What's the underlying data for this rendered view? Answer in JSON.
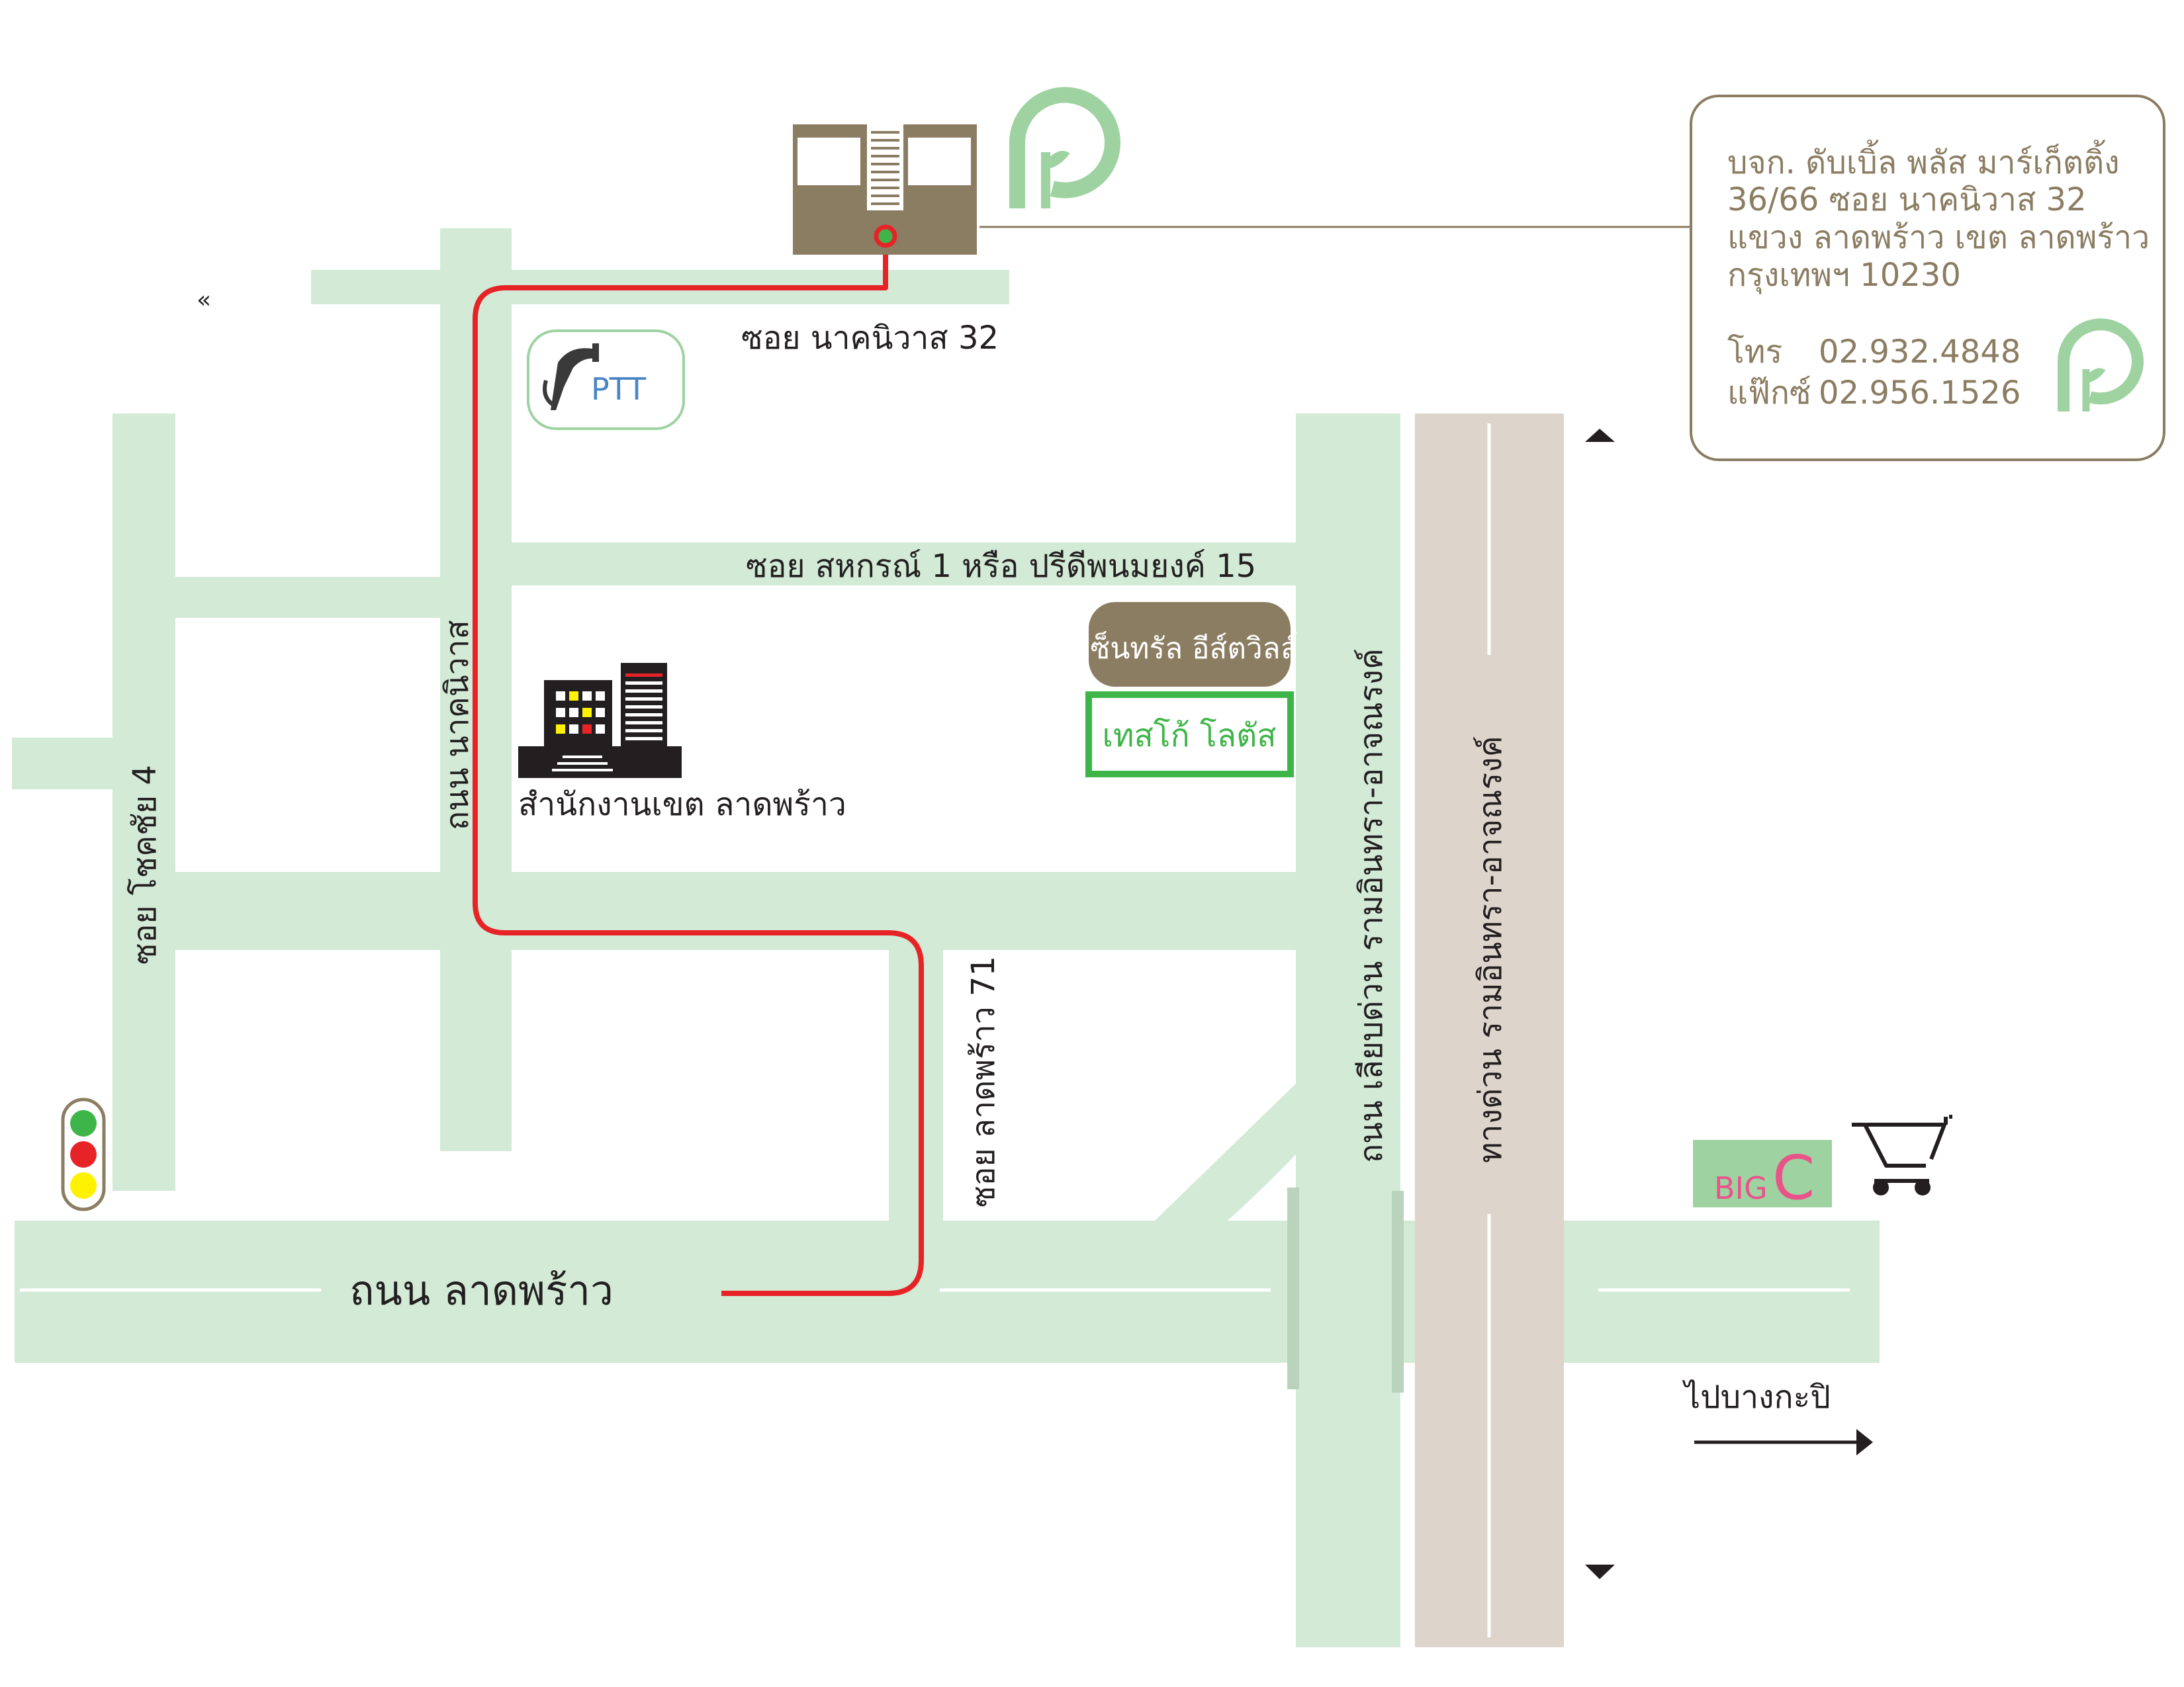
{
  "colors": {
    "road": "#d2ead6",
    "expressway": "#ddd5cb",
    "route": "#e62428",
    "building": "#8b7d62",
    "brand_green": "#9ed2a1",
    "text_dark": "#231f20",
    "text_brown": "#8b7d62",
    "lotus_green": "#3eb549",
    "bigc_pink": "#e9538a"
  },
  "roads": {
    "soi_nakniwas_32": "ซอย นาคนิวาส 32",
    "soi_sahakorn_1": "ซอย สหกรณ์ 1 หรือ ปรีดีพนมยงค์ 15",
    "thanon_nakniwas": "ถนน นาคนิวาส",
    "soi_chokchai_4": "ซอย โชคชัย 4",
    "soi_ladprao_71": "ซอย ลาดพร้าว 71",
    "thanon_ladprao": "ถนน ลาดพร้าว",
    "thanon_liab_duan": "ถนน เลียบด่วน รามอินทรา-อาจณรงค์",
    "tang_duan": "ทางด่วน รามอินทรา-อาจณรงค์"
  },
  "landmarks": {
    "ptt": "PTT",
    "district_office": "สำนักงานเขต ลาดพร้าว",
    "central_eastville": "เซ็นทรัล อีส์ตวิลล์",
    "tesco_lotus": "เทสโก้ โลตัส",
    "bigc_big": "BIG",
    "bigc_c": "C"
  },
  "direction": {
    "label": "ไปบางกะปิ"
  },
  "stray_mark": "«",
  "icons": [
    "office-building-icon",
    "logo-p-icon",
    "fuel-nozzle-icon",
    "government-building-icon",
    "traffic-light-icon",
    "shopping-cart-icon",
    "arrow-right-icon"
  ],
  "address_card": {
    "company": "บจก. ดับเบิ้ล พลัส มาร์เก็ตติ้ง",
    "line1": "36/66 ซอย นาคนิวาส 32",
    "line2": "แขวง ลาดพร้าว เขต ลาดพร้าว",
    "line3": "กรุงเทพฯ 10230",
    "tel_label": "โทร",
    "tel_value": "02.932.4848",
    "fax_label": "แฟ๊กซ์",
    "fax_value": "02.956.1526"
  }
}
